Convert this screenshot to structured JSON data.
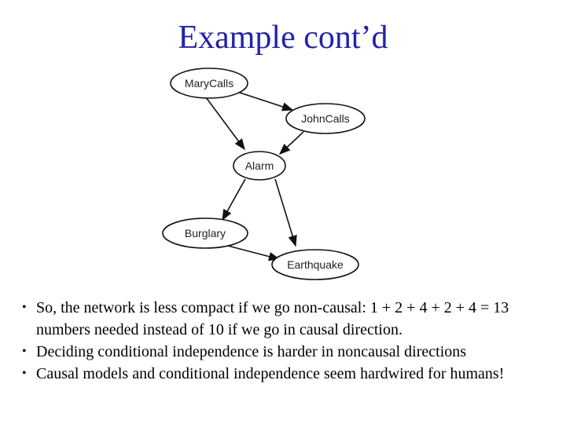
{
  "title": "Example cont’d",
  "diagram": {
    "nodes": {
      "marycalls": "MaryCalls",
      "johncalls": "JohnCalls",
      "alarm": "Alarm",
      "burglary": "Burglary",
      "earthquake": "Earthquake"
    },
    "edges": [
      [
        "MaryCalls",
        "JohnCalls"
      ],
      [
        "MaryCalls",
        "Alarm"
      ],
      [
        "JohnCalls",
        "Alarm"
      ],
      [
        "Alarm",
        "Burglary"
      ],
      [
        "Alarm",
        "Earthquake"
      ],
      [
        "Burglary",
        "Earthquake"
      ]
    ]
  },
  "bullets": [
    "So, the network is less compact if we go non-causal: 1 + 2 + 4 + 2 + 4 = 13 numbers needed instead of 10 if we go in causal direction.",
    "Deciding conditional independence is harder in noncausal directions",
    "Causal models and conditional independence seem hardwired for humans!"
  ]
}
